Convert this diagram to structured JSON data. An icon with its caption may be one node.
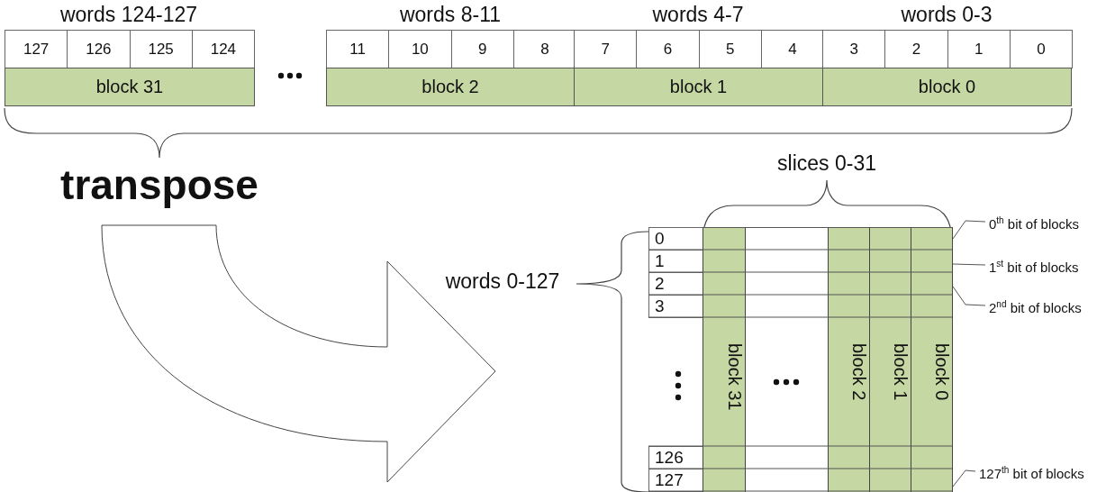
{
  "diagram": {
    "nodes": [
      {
        "text": [
          "127"
        ]
      },
      {
        "text": [
          "126"
        ]
      },
      {
        "text": [
          "125"
        ]
      },
      {
        "text": [
          "124"
        ]
      },
      {
        "text": [
          "11"
        ]
      },
      {
        "text": [
          "10"
        ]
      },
      {
        "text": [
          "9"
        ]
      },
      {
        "text": [
          "8"
        ]
      },
      {
        "text": [
          "7"
        ]
      },
      {
        "text": [
          "6"
        ]
      },
      {
        "text": [
          "5"
        ]
      },
      {
        "text": [
          "4"
        ]
      },
      {
        "text": [
          "3"
        ]
      },
      {
        "text": [
          "2"
        ]
      },
      {
        "text": [
          "1"
        ]
      },
      {
        "text": [
          "0"
        ]
      },
      {
        "text": [
          "block 31"
        ]
      },
      {
        "text": [
          "block 2"
        ]
      },
      {
        "text": [
          "block 1"
        ]
      },
      {
        "text": [
          "block 0"
        ]
      },
      {
        "text": [
          "0"
        ]
      },
      {
        "text": [
          "1"
        ]
      },
      {
        "text": [
          "2"
        ]
      },
      {
        "text": [
          "3"
        ]
      },
      {
        "text": [
          "126"
        ]
      },
      {
        "text": [
          "127"
        ]
      },
      {
        "text": [
          "block 31"
        ]
      },
      {
        "text": [
          "block 2"
        ]
      },
      {
        "text": [
          "block 1"
        ]
      },
      {
        "text": [
          "block 0"
        ]
      },
      {
        "text": [
          "0$^{th}$ bit of blocks"
        ]
      },
      {
        "text": [
          "1$^{st}$ bit of blocks"
        ]
      },
      {
        "text": [
          "2$^{nd}$ bit of blocks"
        ]
      },
      {
        "text": [
          "127$^{th}$ bit of blocks"
        ]
      }
    ],
    "edges": [
      {
        "from": 30,
        "to": 29,
        "arrow": "none"
      },
      {
        "from": 31,
        "to": 29,
        "arrow": "none"
      },
      {
        "from": 32,
        "to": 29,
        "arrow": "none"
      },
      {
        "from": 33,
        "to": 29,
        "arrow": "none"
      }
    ],
    "labels": [
      "words 124-127",
      "words 8-11",
      "words 4-7",
      "words 0-3",
      "transpose",
      "slices 0-31",
      "words 0-127"
    ]
  }
}
